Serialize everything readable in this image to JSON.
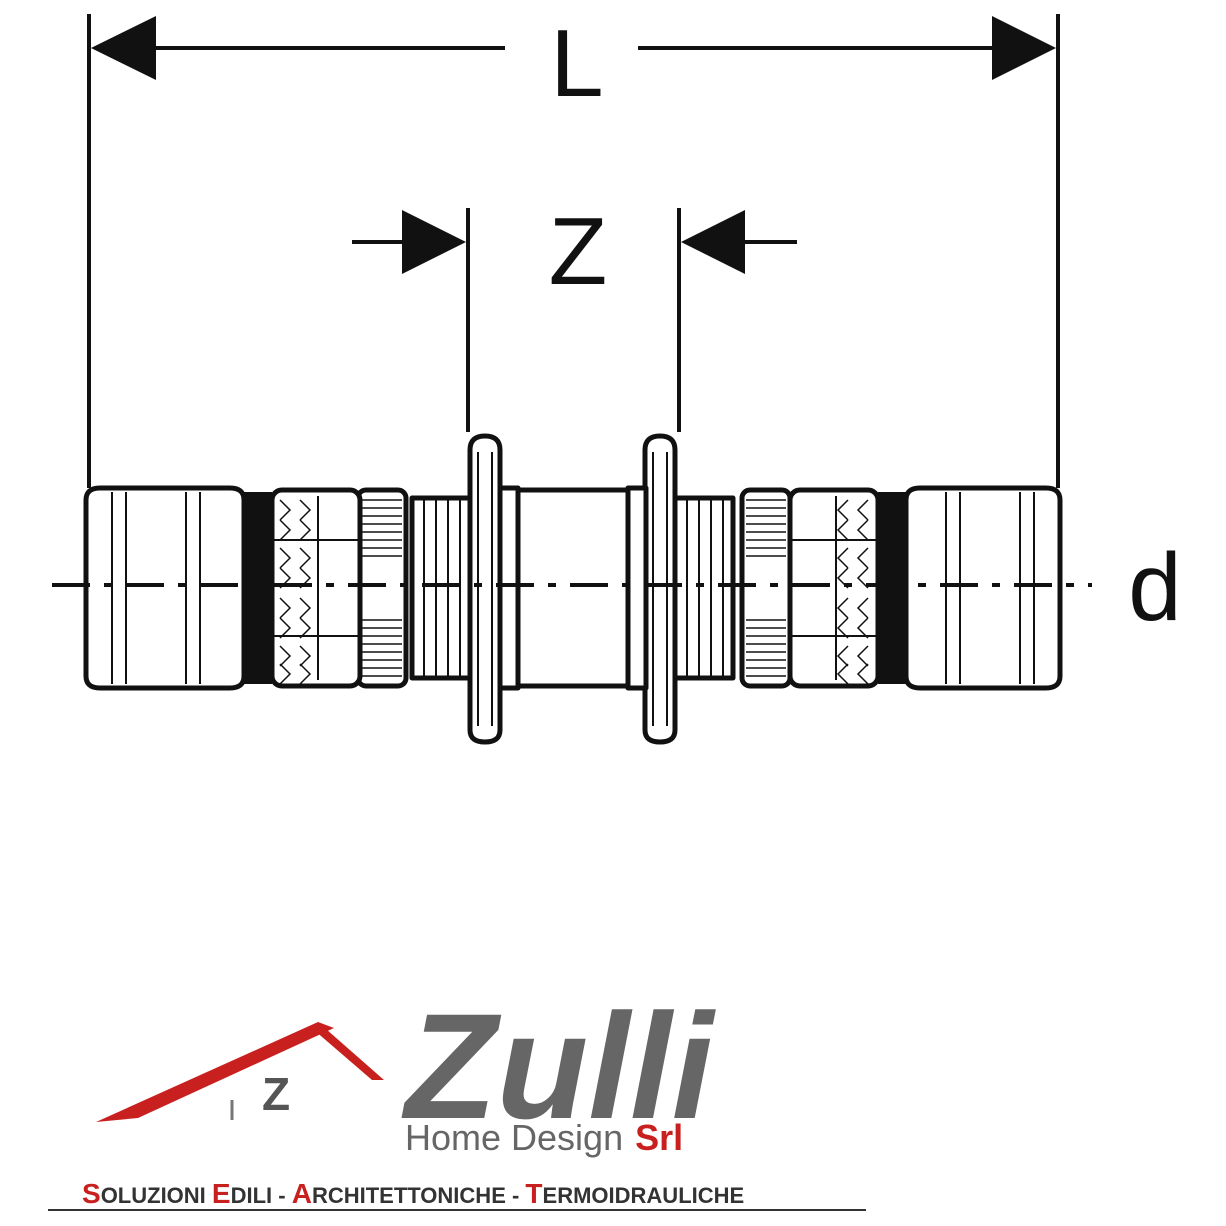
{
  "dimensions": {
    "length_label": "L",
    "insertion_label": "Z",
    "diameter_label": "d"
  },
  "logo": {
    "mark_letter": "Z",
    "wordmark_initial": "Z",
    "wordmark_rest": "ulli",
    "subtitle": "Home Design",
    "subtitle_suffix": "Srl",
    "tagline": [
      {
        "cap": "S",
        "rest": "OLUZIONI "
      },
      {
        "cap": "E",
        "rest": "DILI - "
      },
      {
        "cap": "A",
        "rest": "RCHITETTONICHE - "
      },
      {
        "cap": "T",
        "rest": "ERMOIDRAULICHE"
      }
    ]
  },
  "colors": {
    "line": "#111111",
    "brand_red": "#c8201e",
    "brand_gray": "#666666"
  }
}
